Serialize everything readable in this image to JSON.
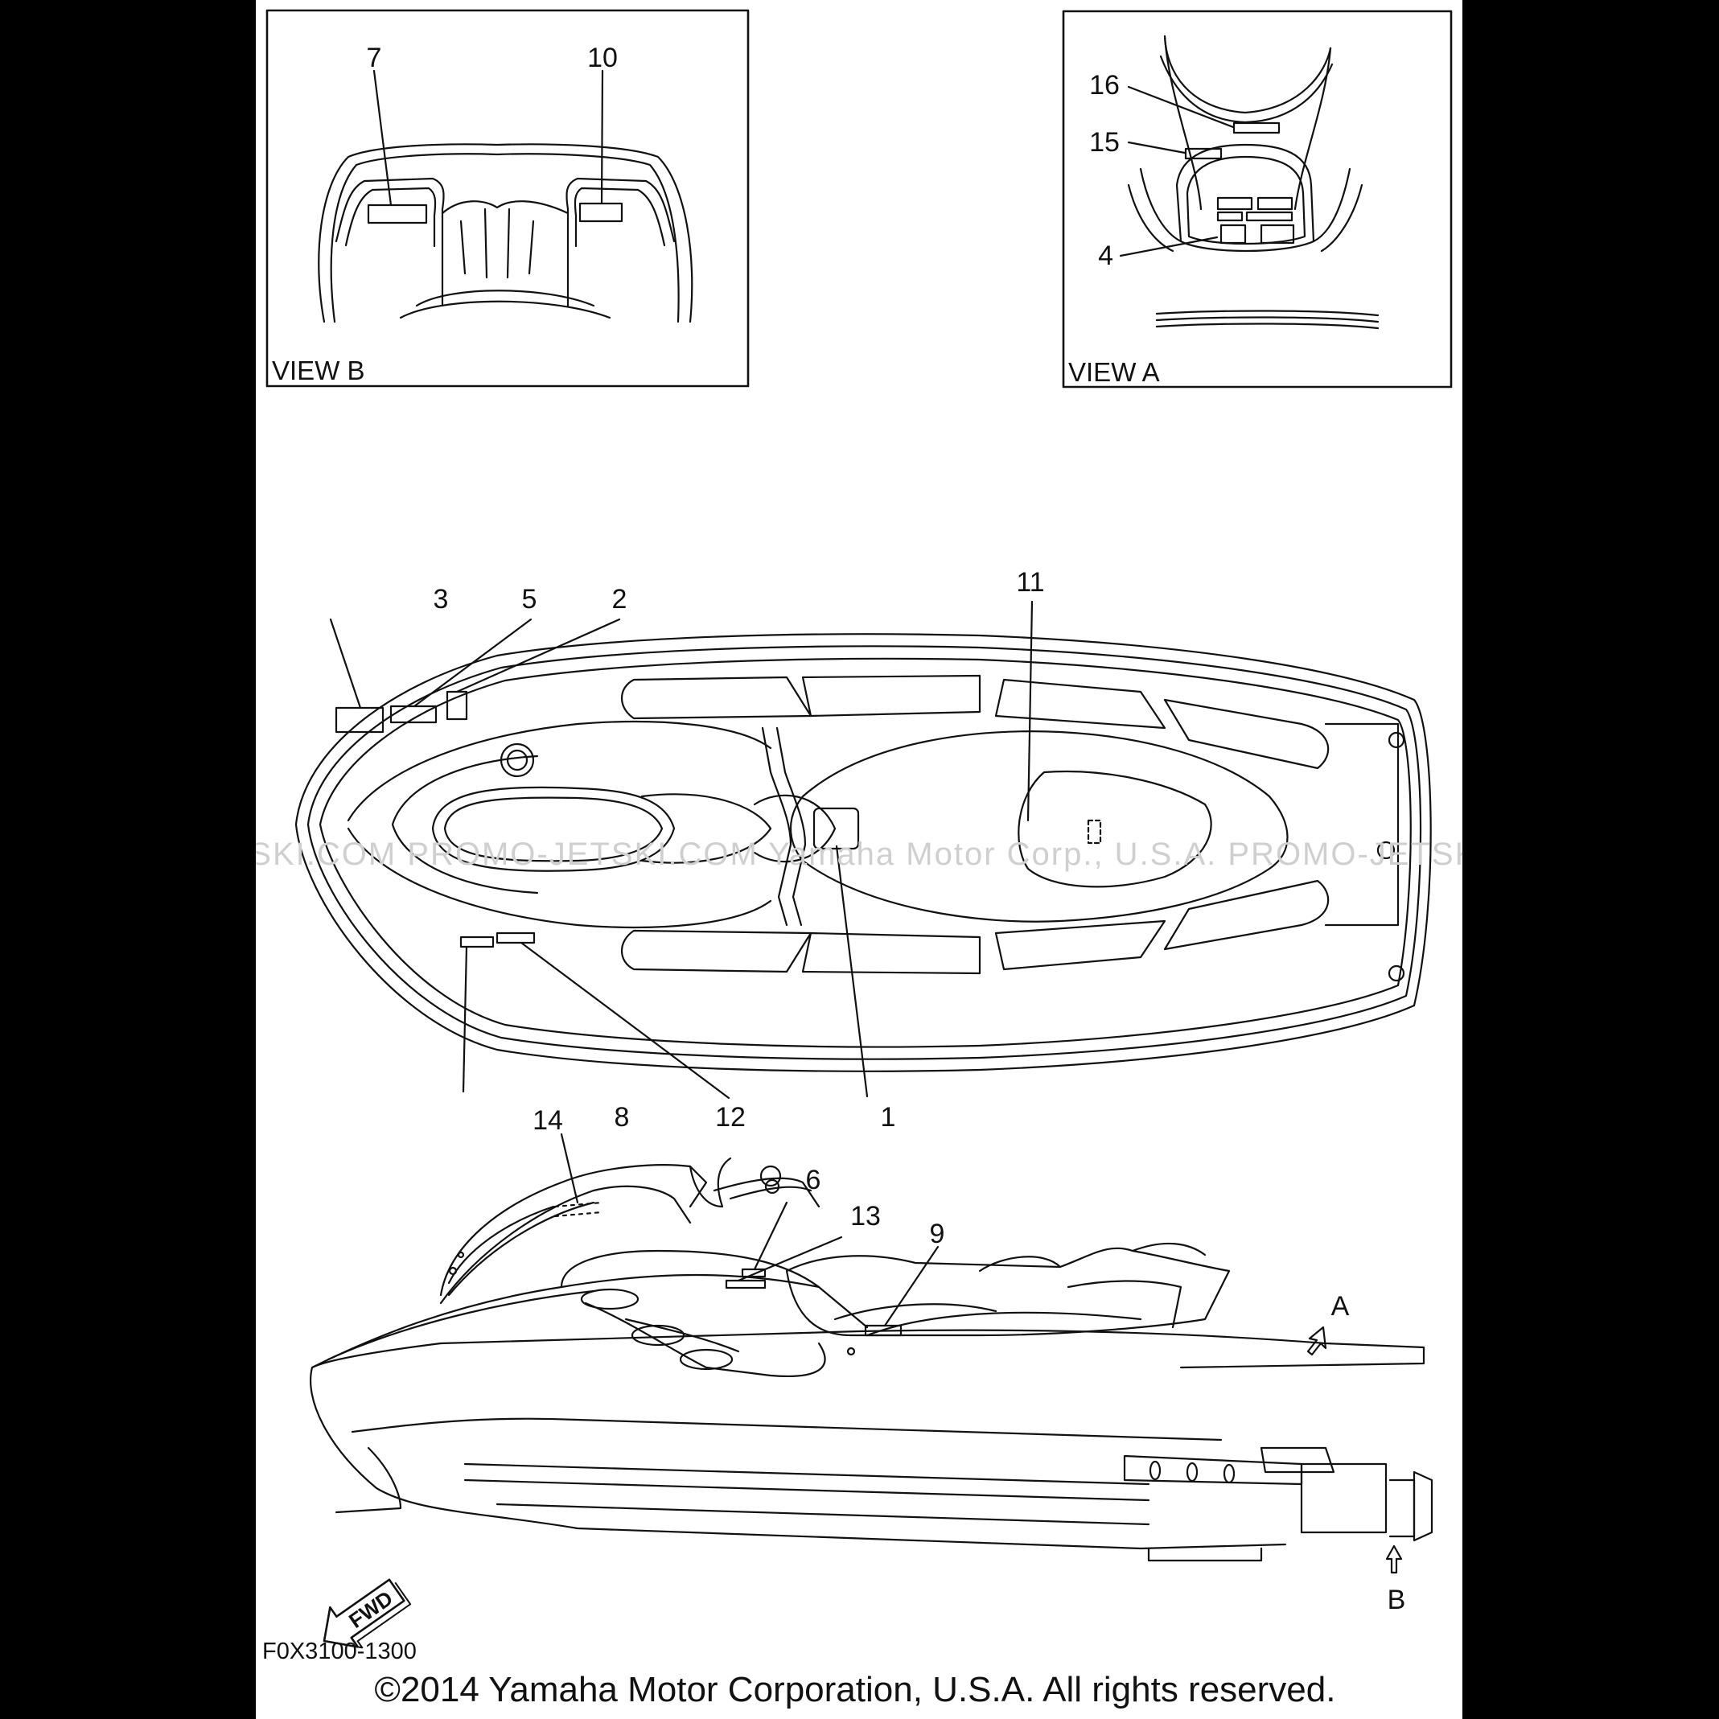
{
  "views": {
    "view_b": {
      "label": "VIEW B"
    },
    "view_a": {
      "label": "VIEW A"
    }
  },
  "callouts": {
    "c1": "1",
    "c2": "2",
    "c3": "3",
    "c4": "4",
    "c5": "5",
    "c6": "6",
    "c7": "7",
    "c8": "8",
    "c9": "9",
    "c10": "10",
    "c11": "11",
    "c12": "12",
    "c13": "13",
    "c14": "14",
    "c15": "15",
    "c16": "16"
  },
  "view_markers": {
    "a": "A",
    "b": "B"
  },
  "fwd_arrow": {
    "label": "FWD"
  },
  "part_number": "F0X3100-1300",
  "copyright": "©2014 Yamaha Motor Corporation, U.S.A. All rights reserved.",
  "watermark": "JETSKI.COM  PROMO-JETSKI.COM  Yamaha Motor Corp., U.S.A.  PROMO-JETSKI.COM"
}
